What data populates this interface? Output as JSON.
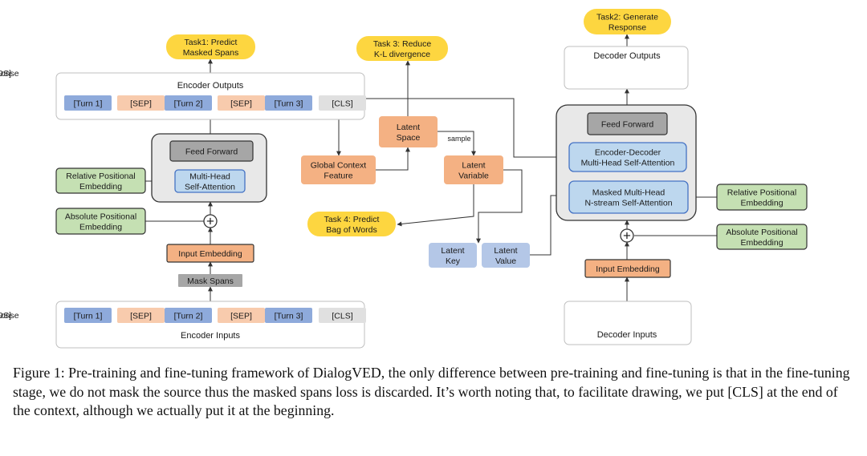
{
  "colors": {
    "task": "#fdd640",
    "token_blue": "#8eaadb",
    "token_orange": "#f8cbad",
    "token_gray": "#e0e0e0",
    "orange_node": "#f4b183",
    "green_node": "#c5e0b3",
    "light_blue_node": "#bdd7ee",
    "latent_kv": "#b4c7e7",
    "ff_gray": "#a6a6a6",
    "mask_gray": "#a6a6a6",
    "block_bg": "#e8e8e8",
    "frame_border": "#bfbfbf"
  },
  "encoder": {
    "task1": [
      "Task1: Predict",
      "Masked Spans"
    ],
    "outputs_title": "Encoder Outputs",
    "output_tokens": [
      "[Turn 1]",
      "[SEP]",
      "[Turn 2]",
      "[SEP]",
      "[Turn 3]",
      "[CLS]"
    ],
    "feed_forward": "Feed Forward",
    "attention": [
      "Multi-Head",
      "Self-Attention"
    ],
    "relative_pos": [
      "Relative Positional",
      "Embedding"
    ],
    "absolute_pos": [
      "Absolute Positional",
      "Embedding"
    ],
    "input_embedding": "Input Embedding",
    "mask_spans": "Mask Spans",
    "input_tokens": [
      "[Turn 1]",
      "[SEP]",
      "[Turn 2]",
      "[SEP]",
      "[Turn 3]",
      "[CLS]"
    ],
    "inputs_title": "Encoder Inputs",
    "plus_symbol": "+"
  },
  "latent": {
    "task3": [
      "Task 3: Reduce",
      "K-L divergence"
    ],
    "global_context": [
      "Global Context",
      "Feature"
    ],
    "latent_space": [
      "Latent",
      "Space"
    ],
    "sample_label": "sample",
    "latent_variable": [
      "Latent",
      "Variable"
    ],
    "task4": [
      "Task 4: Predict",
      "Bag of Words"
    ],
    "latent_key": [
      "Latent",
      "Key"
    ],
    "latent_value": [
      "Latent",
      "Value"
    ]
  },
  "decoder": {
    "task2": [
      "Task2: Generate",
      "Response"
    ],
    "outputs_title": "Decoder Outputs",
    "output_tokens": [
      "Response",
      "[EOS]"
    ],
    "feed_forward": "Feed Forward",
    "cross_attention": [
      "Encoder-Decoder",
      "Multi-Head Self-Attention"
    ],
    "masked_attention": [
      "Masked Multi-Head",
      "N-stream Self-Attention"
    ],
    "relative_pos": [
      "Relative Positional",
      "Embedding"
    ],
    "absolute_pos": [
      "Absolute Positional",
      "Embedding"
    ],
    "input_embedding": "Input Embedding",
    "input_tokens": [
      "[BOS]",
      "Response"
    ],
    "inputs_title": "Decoder Inputs",
    "plus_symbol": "+"
  },
  "caption": "Figure 1: Pre-training and fine-tuning framework of DialogVED, the only difference between pre-training and fine-tuning is that in the fine-tuning stage, we do not mask the source thus the masked spans loss is discarded. It’s worth noting that, to facilitate drawing, we put [CLS] at the end of the context, although we actually put it at the beginning."
}
